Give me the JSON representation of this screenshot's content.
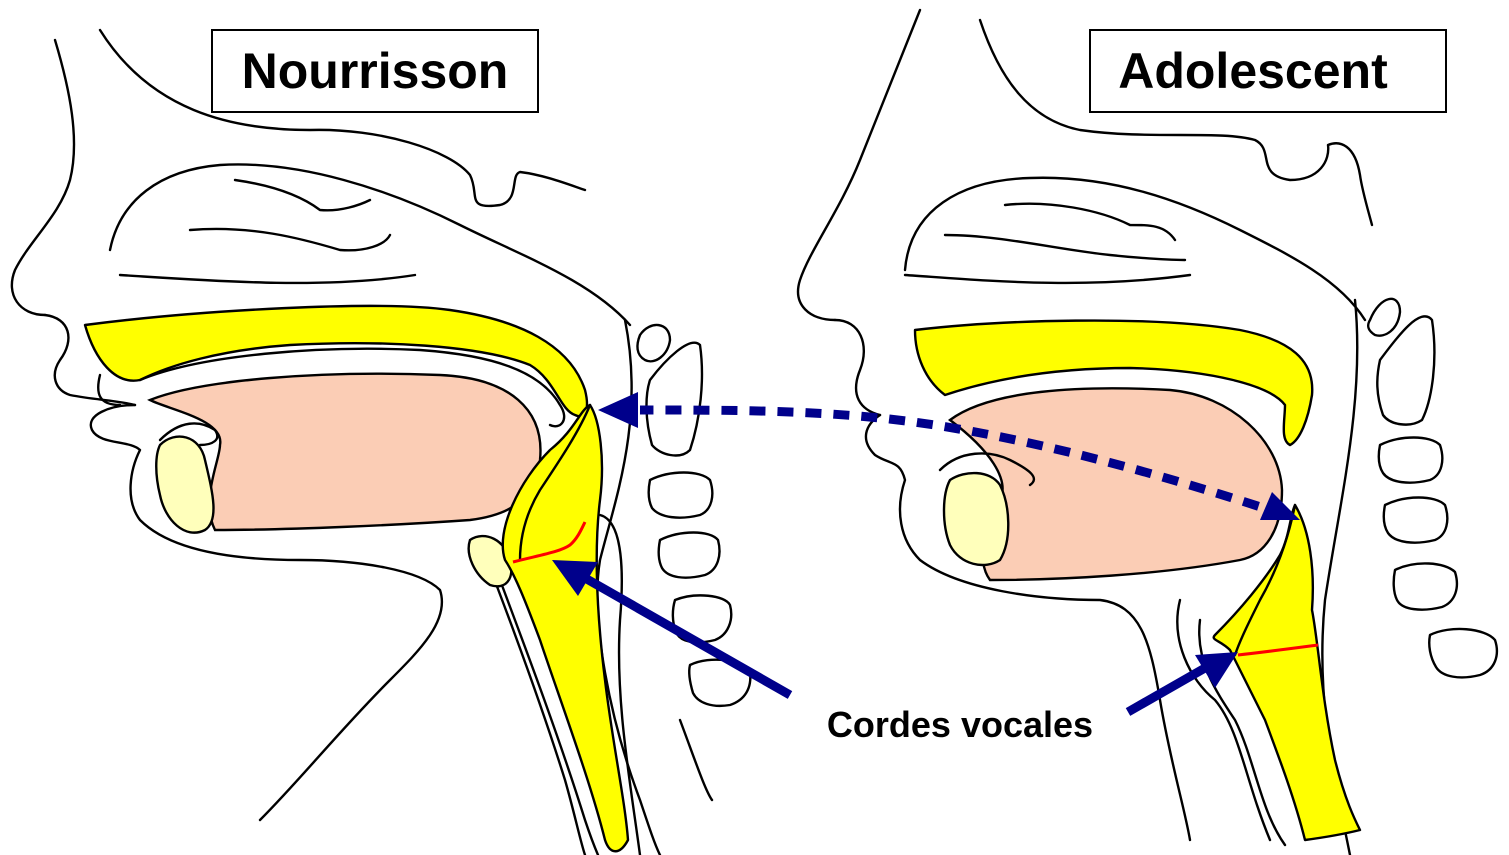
{
  "labels": {
    "infant": "Nourrisson",
    "adolescent": "Adolescent",
    "vocal_cords": "Cordes vocales"
  },
  "colors": {
    "cartilage": "#ffff00",
    "tongue": "#fbcdb5",
    "tooth_pad": "#ffffbb",
    "arrow": "#00008b",
    "vocal_cord_line": "#ff0000",
    "outline": "#000000"
  }
}
